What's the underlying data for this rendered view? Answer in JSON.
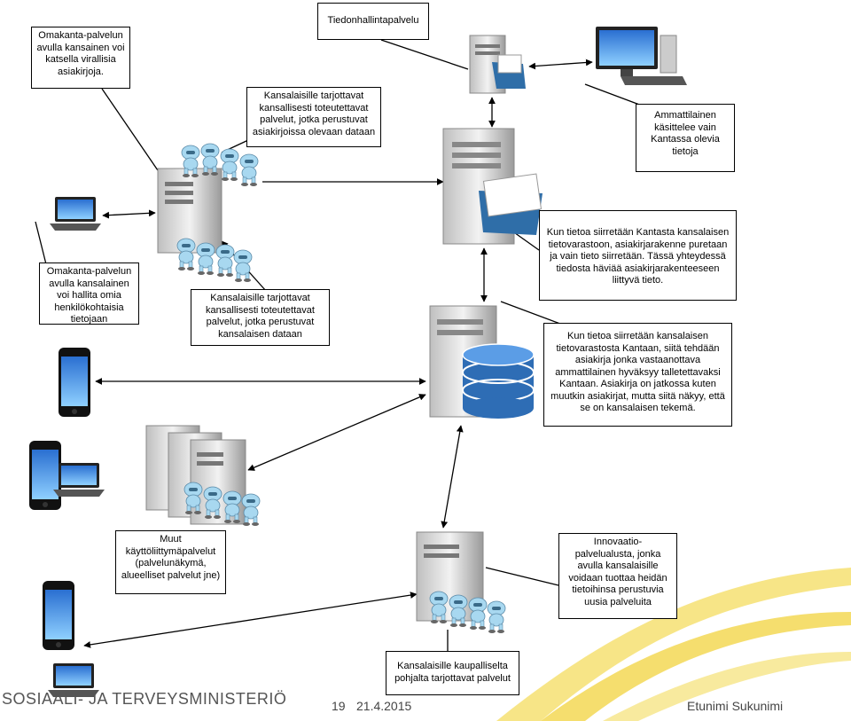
{
  "boxes": {
    "citizen_view": "Omakanta-palvelun\navulla kansainen voi\nkatsella virallisia\nasiakirjoja.",
    "record_service": "Tiedonhallintapalvelu",
    "national_services_docs": "Kansalaisille tarjottavat\nkansallisesti toteutettavat\npalvelut, jotka perustuvat\nasiakirjoissa olevaan dataan",
    "professional_handles": "Ammattilainen\nkäsittelee vain\nKantassa olevia\ntietoja",
    "citizen_manage": "Omakanta-palvelun\navulla kansalainen\nvoi hallita omia\nhenkilökohtaisia\ntietojaan",
    "national_services_citizen": "Kansalaisille tarjottavat\nkansallisesti toteutettavat\npalvelut, jotka perustuvat\nkansalaisen dataan",
    "transfer_from_kanta": "Kun tietoa siirretään Kantasta kansalaisen\ntietovarastoon, asiakirjarakenne puretaan\nja vain tieto siirretään. Tässä yhteydessä\ntiedosta häviää asiakirjarakenteeseen\nliittyvä tieto.",
    "transfer_to_kanta": "Kun tietoa siirretään kansalaisen\ntietovarastosta Kantaan, siitä tehdään\nasiakirja jonka vastaanottava\nammattilainen hyväksyy talletettavaksi\nKantaan. Asiakirja on jatkossa kuten\nmuutkin asiakirjat, mutta siitä näkyy, että\nse on kansalaisen tekemä.",
    "other_ui_services": "Muut\nkäyttöliittymäpalvelut\n(palvelunäkymä,\nalueelliset palvelut jne)",
    "innovation_platform": "Innovaatio-\npalvelualusta, jonka\navulla kansalaisille\nvoidaan tuottaa heidän\ntietoihinsa perustuvia\nuusia palveluita",
    "commercial_services": "Kansalaisille kaupalliselta\npohjalta tarjottavat palvelut"
  },
  "footer": {
    "logo": "SOSIAALI- JA TERVEYSMINISTERIÖ",
    "page": "19",
    "date": "21.4.2015",
    "author": "Etunimi Sukunimi"
  },
  "colors": {
    "folder_blue": "#2f6ea8",
    "database_blue": "#2e6db5",
    "robot_blue": "#a8d8f0",
    "swoosh_yellow": "#f3d64a"
  }
}
